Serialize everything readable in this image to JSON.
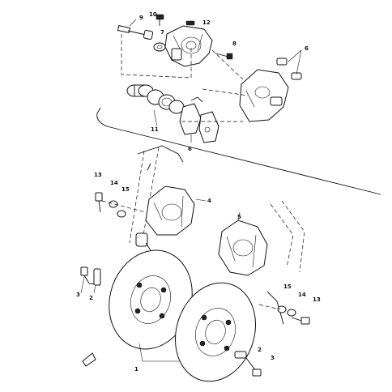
{
  "callouts": {
    "c1": "1",
    "c2a": "2",
    "c2b": "2",
    "c3a": "3",
    "c3b": "3",
    "c4": "4",
    "c5": "5",
    "c6a": "6",
    "c6b": "6",
    "c7": "7",
    "c8": "8",
    "c9": "9",
    "c10": "10",
    "c11": "11",
    "c12": "12",
    "c13a": "13",
    "c13b": "13",
    "c14a": "14",
    "c14b": "14",
    "c15a": "15",
    "c15b": "15"
  }
}
